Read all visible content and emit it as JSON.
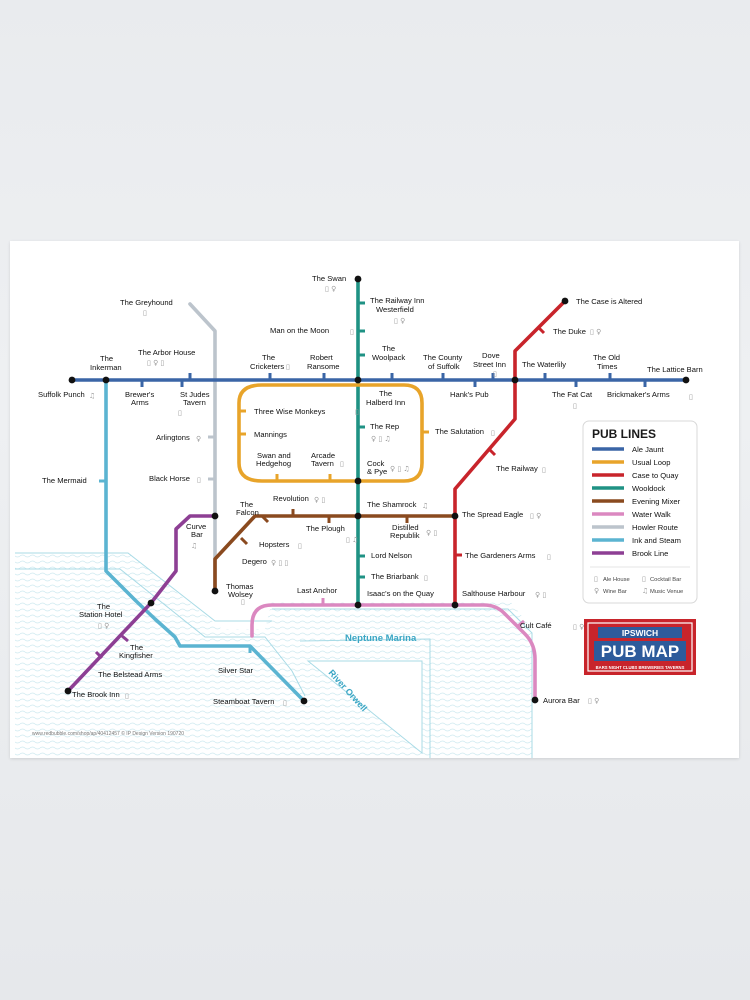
{
  "lines": {
    "ale_jaunt": {
      "name": "Ale Jaunt",
      "color": "#3a65a6"
    },
    "usual_loop": {
      "name": "Usual Loop",
      "color": "#e8a42a"
    },
    "case_to_quay": {
      "name": "Case to Quay",
      "color": "#c8242b"
    },
    "wooldock": {
      "name": "Wooldock",
      "color": "#1f9284"
    },
    "evening_mixer": {
      "name": "Evening Mixer",
      "color": "#8a4a1f"
    },
    "water_walk": {
      "name": "Water Walk",
      "color": "#db88c0"
    },
    "howler_route": {
      "name": "Howler Route",
      "color": "#bcc4cc"
    },
    "ink_and_steam": {
      "name": "Ink and Steam",
      "color": "#5bb4d1"
    },
    "brook_line": {
      "name": "Brook Line",
      "color": "#8d3f94"
    }
  },
  "legend": {
    "title": "PUB LINES",
    "venue_types": {
      "ale_house": "Ale House",
      "cocktail_bar": "Cocktail Bar",
      "wine_bar": "Wine Bar",
      "music_venue": "Music Venue"
    }
  },
  "brand": {
    "city": "IPSWICH",
    "title": "PUB MAP",
    "tagline": "BARS  NIGHT CLUBS  BREWERIES  TAVERNS",
    "red": "#c8242b",
    "blue": "#2d5b9b"
  },
  "water": {
    "marina": "Neptune Marina",
    "river": "River Orwell",
    "color": "#a9dbe6"
  },
  "stations": {
    "the_swan": "The Swan",
    "railway_inn": [
      "The Railway Inn",
      "Westerfield"
    ],
    "man_on_the_moon": "Man on the Moon",
    "woolpack": [
      "The",
      "Woolpack"
    ],
    "halberd_inn": [
      "The",
      "Halberd Inn"
    ],
    "the_rep": "The Rep",
    "cock_pye": [
      "Cock",
      "& Pye"
    ],
    "the_shamrock": "The Shamrock",
    "lord_nelson": "Lord Nelson",
    "the_briarbank": "The Briarbank",
    "isaacs": "Isaac's on the Quay",
    "the_greyhound": "The Greyhound",
    "the_inkerman": [
      "The",
      "Inkerman"
    ],
    "suffolk_punch": "Suffolk Punch",
    "brewers_arms": [
      "Brewer's",
      "Arms"
    ],
    "st_judes_tavern": [
      "St Judes",
      "Tavern"
    ],
    "arbor_house": "The Arbor House",
    "the_cricketers": [
      "The",
      "Cricketers"
    ],
    "robert_ransome": [
      "Robert",
      "Ransome"
    ],
    "county_of_suffolk": [
      "The County",
      "of Suffolk"
    ],
    "hanks_pub": "Hank's Pub",
    "dove_street_inn": [
      "Dove",
      "Street Inn"
    ],
    "the_waterlily": "The Waterlily",
    "the_old_times": [
      "The Old",
      "Times"
    ],
    "the_lattice_barn": "The Lattice Barn",
    "the_fat_cat": "The Fat Cat",
    "brickmakers_arms": "Brickmaker's Arms",
    "case_is_altered": "The Case is Altered",
    "the_duke": "The Duke",
    "the_railway": "The Railway",
    "the_salutation": "The Salutation",
    "spread_eagle": "The Spread Eagle",
    "gardeners_arms": "The Gardeners Arms",
    "salthouse_harbour": "Salthouse Harbour",
    "three_wise_monkeys": "Three Wise Monkeys",
    "mannings": "Mannings",
    "swan_and_hedgehog": [
      "Swan and",
      "Hedgehog"
    ],
    "arcade_tavern": [
      "Arcade",
      "Tavern"
    ],
    "arlingtons": "Arlingtons",
    "black_horse": "Black Horse",
    "the_mermaid": "The Mermaid",
    "curve_bar": [
      "Curve",
      "Bar"
    ],
    "the_falcon": [
      "The",
      "Falcon"
    ],
    "revolution": "Revolution",
    "the_plough": "The Plough",
    "distilled_republik": [
      "Distilled",
      "Republik"
    ],
    "hopsters": "Hopsters",
    "degero": "Degero",
    "thomas_wolsey": [
      "Thomas",
      "Wolsey"
    ],
    "last_anchor": "Last Anchor",
    "station_hotel": [
      "The",
      "Station Hotel"
    ],
    "the_kingfisher": [
      "The",
      "Kingfisher"
    ],
    "belstead_arms": "The Belstead Arms",
    "the_brook_inn": "The Brook Inn",
    "silver_star": "Silver Star",
    "steamboat_tavern": "Steamboat Tavern",
    "cult_cafe": "Cult Café",
    "aurora_bar": "Aurora Bar"
  },
  "footer": "www.redbubble.com/shop/ap/40412457   © IP Design Version 190720"
}
